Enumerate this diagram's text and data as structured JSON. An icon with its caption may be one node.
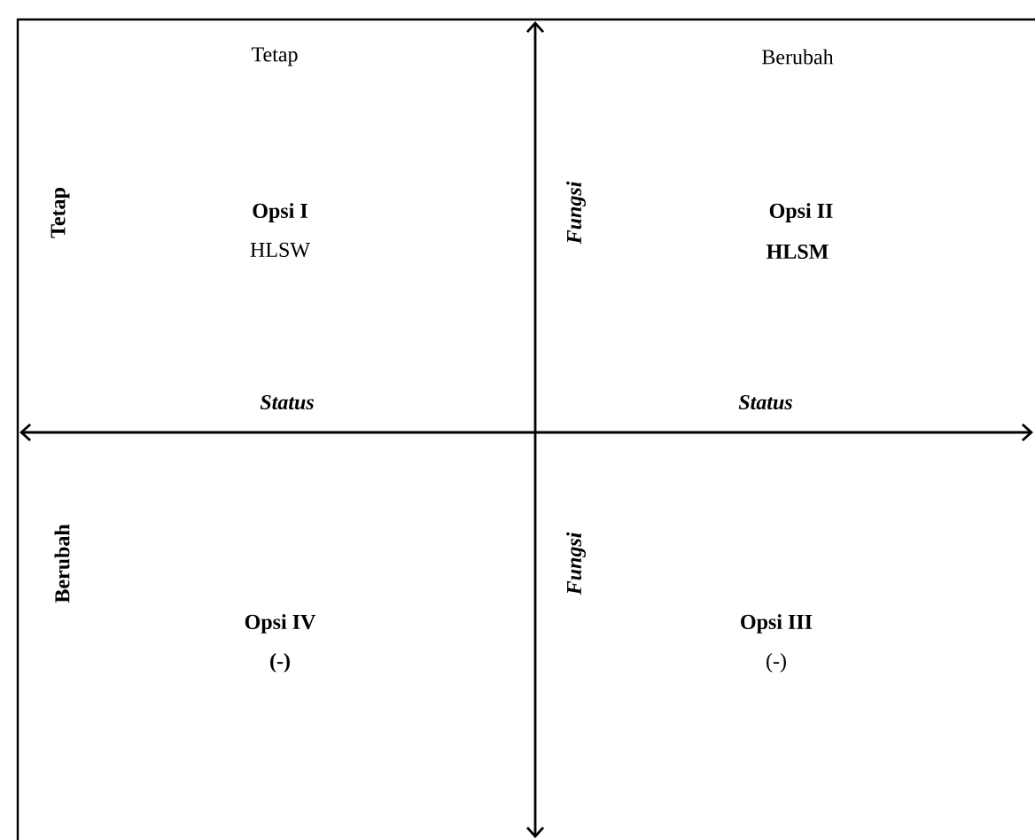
{
  "diagram": {
    "labels": [
      "Tetap",
      "Berubah",
      "Tetap",
      "Opsi I",
      "HLSW",
      "Fungsi",
      "Opsi II",
      "HLSM",
      "Status",
      "Status",
      "Berubah",
      "Opsi IV",
      "(-)",
      "Fungsi",
      "Opsi III",
      "(-)"
    ]
  }
}
